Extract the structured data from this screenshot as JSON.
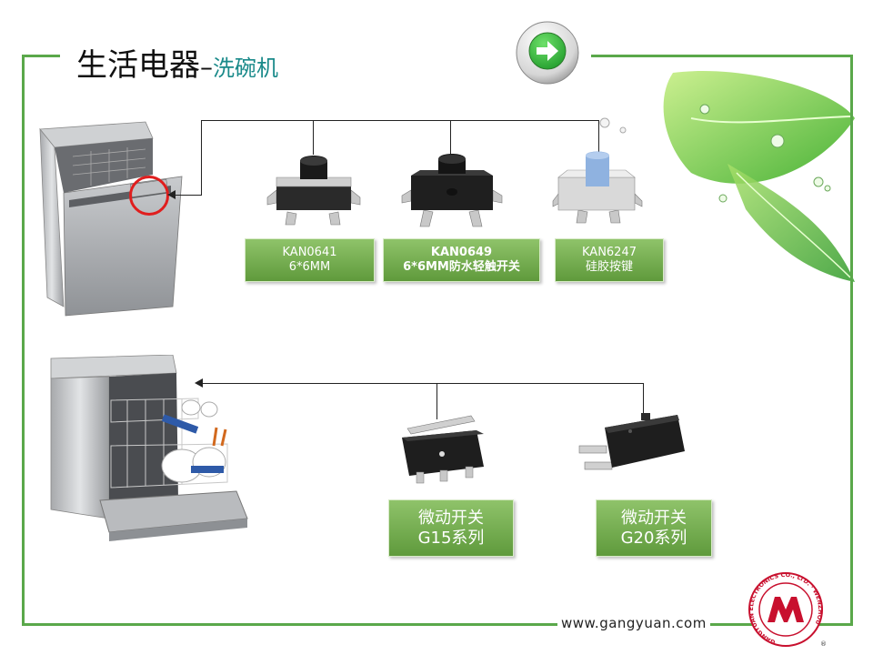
{
  "title": {
    "main": "生活电器",
    "dash": "–",
    "sub": "洗碗机"
  },
  "products_top": [
    {
      "line1": "KAN0641",
      "line2": "6*6MM"
    },
    {
      "line1": "KAN0649",
      "line2": "6*6MM防水轻触开关"
    },
    {
      "line1": "KAN6247",
      "line2": "硅胶按键"
    }
  ],
  "products_bottom": [
    {
      "line1": "微动开关",
      "line2": "G15系列"
    },
    {
      "line1": "微动开关",
      "line2": "G20系列"
    }
  ],
  "footer": {
    "url": "www.gangyuan.com"
  },
  "logo": {
    "ring_text": "GANGYUAN ELECTRONICS CO., LTD.",
    "bottom_text": "WENZHOU",
    "registered": "®"
  },
  "icons": {
    "nav": "arrow-right-icon"
  },
  "colors": {
    "frame": "#5aa84a",
    "box_top": "#8fc36a",
    "box_bottom": "#5f9a3c",
    "subtitle": "#1a8a8a",
    "logo_red": "#c8102e"
  }
}
